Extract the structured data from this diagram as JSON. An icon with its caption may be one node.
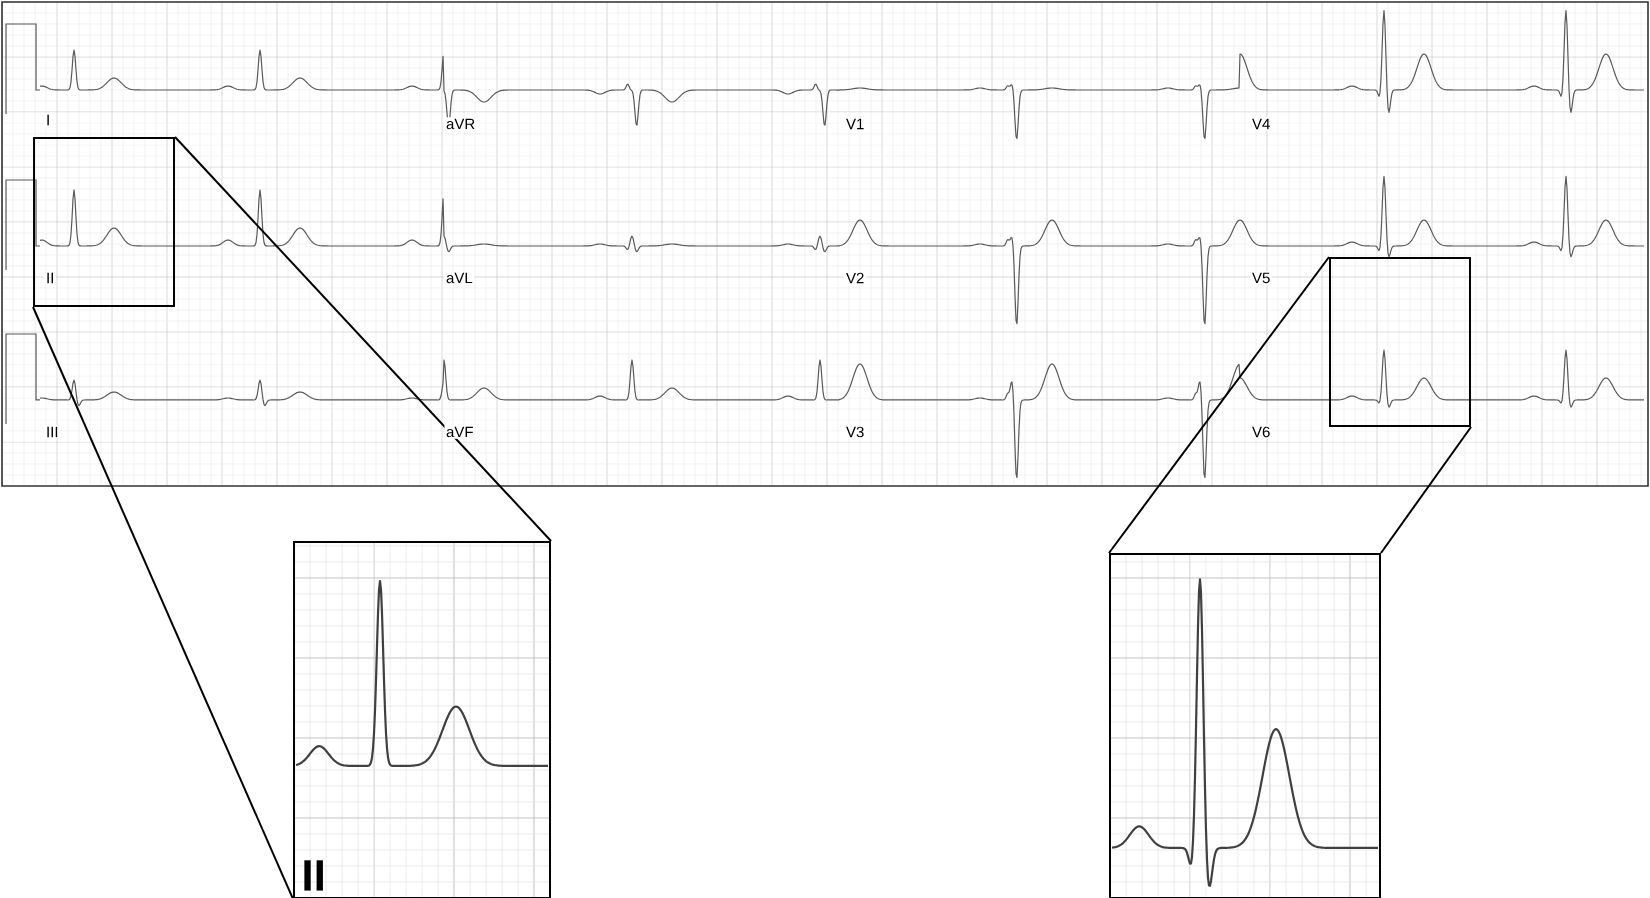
{
  "diagram": {
    "nodes": [
      {
        "text": [],
        "shape": "box"
      },
      {
        "text": [
          "II"
        ]
      },
      {
        "text": [],
        "shape": "box"
      },
      {
        "text": [],
        "shape": "box"
      }
    ],
    "edges": [
      {
        "from": 0,
        "to": 1,
        "arrow": "none"
      },
      {
        "from": 0,
        "to": 1,
        "arrow": "none"
      },
      {
        "from": 2,
        "to": 3,
        "arrow": "none"
      },
      {
        "from": 2,
        "to": 3,
        "arrow": "none"
      }
    ],
    "labels": [
      "I",
      "aVR",
      "V1",
      "V4",
      "II",
      "aVL",
      "V2",
      "V5",
      "III",
      "aVF",
      "V3",
      "V6"
    ]
  }
}
